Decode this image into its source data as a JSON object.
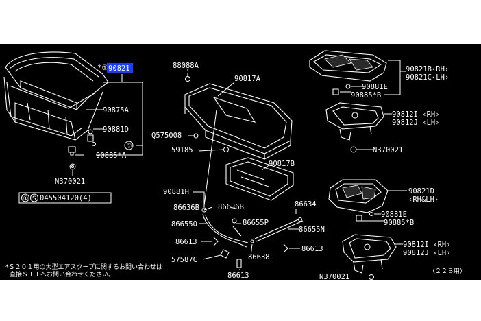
{
  "callouts": {
    "hilite_prefix": "*①",
    "hilite_code": "90821",
    "p90875A": "90875A",
    "p90881D": "90881D",
    "circle1": "①",
    "p90885A": "90885*A",
    "pN370021_left": "N370021",
    "note_circle1": "①",
    "note_S": "S",
    "note_part": "045504120(4)",
    "p88088A": "88088A",
    "p90817A": "90817A",
    "p57500B": "Q575008",
    "p59185": "59185",
    "p90817B": "90817B",
    "p90881H": "90881H",
    "p86636B_1": "86636B",
    "p86636B_2": "86636B",
    "p86634": "86634",
    "p86655O": "86655O",
    "p86655P": "86655P",
    "p86655N": "86655N",
    "p86613_1": "86613",
    "p86613_2": "86613",
    "p57587C": "57587C",
    "p86638": "86638",
    "p86613_3": "86613",
    "p90821B": "90821B‹RH›",
    "p90821C": "90821C‹LH›",
    "p90881E_1": "90881E",
    "p90885B_1": "90885*B",
    "p90812I_1": "90812I ‹RH›",
    "p90812J_1": "90812J ‹LH›",
    "pN370021_right1": "N370021",
    "p90821D": "90821D",
    "p90821D_side": "‹RH&LH›",
    "p90881E_2": "90881E",
    "p90885B_2": "90885*B",
    "p90812I_2": "90812I ‹RH›",
    "p90812J_2": "90812J ‹LH›",
    "pN370021_right2": "N370021"
  },
  "footnote": {
    "line1": "*Ｓ２０１用の大型エアスクープに関するお問い合わせは",
    "line2": "直接ＳＴＩへお問い合わせください。",
    "code": "（２２Ｂ用）"
  },
  "colors": {
    "background": "#000000",
    "highlight": "#1a3cff",
    "line": "#ffffff"
  }
}
